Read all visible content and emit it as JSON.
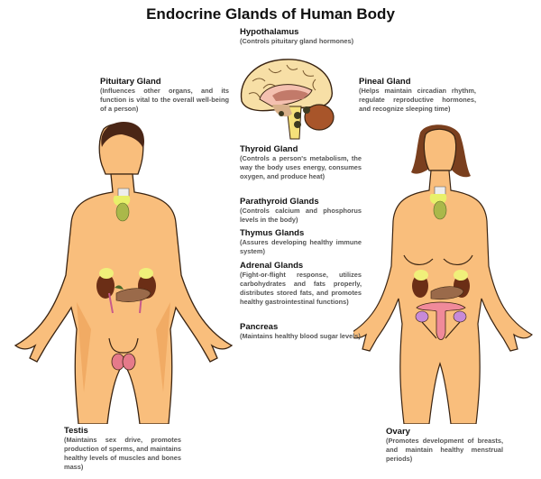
{
  "title": "Endocrine Glands of Human Body",
  "glands": {
    "hypothalamus": {
      "name": "Hypothalamus",
      "desc": "(Controls pituitary gland hormones)"
    },
    "pituitary": {
      "name": "Pituitary Gland",
      "desc": "(Influences other organs, and its function is vital to the overall well-being of a person)"
    },
    "pineal": {
      "name": "Pineal Gland",
      "desc": "(Helps maintain circadian rhythm, regulate reproductive hormones, and recognize sleeping time)"
    },
    "thyroid": {
      "name": "Thyroid Gland",
      "desc": "(Controls a person's metabolism, the way the body uses energy, consumes oxygen, and produce heat)"
    },
    "parathyroid": {
      "name": "Parathyroid Glands",
      "desc": "(Controls calcium and phosphorus levels in the body)"
    },
    "thymus": {
      "name": "Thymus Glands",
      "desc": "(Assures developing healthy immune system)"
    },
    "adrenal": {
      "name": "Adrenal Glands",
      "desc": "(Fight-or-flight response, utilizes carbohydrates and fats properly, distributes stored fats, and promotes healthy gastrointestinal functions)"
    },
    "pancreas": {
      "name": "Pancreas",
      "desc": "(Maintains healthy blood sugar levels)"
    },
    "testis": {
      "name": "Testis",
      "desc": "(Maintains sex drive, promotes production of sperms, and maintains healthy levels of muscles and bones mass)"
    },
    "ovary": {
      "name": "Ovary",
      "desc": "(Promotes development of breasts, and maintain healthy menstrual periods)"
    }
  },
  "colors": {
    "skin": "#f9be7c",
    "skin_shadow": "#eea35a",
    "outline": "#3a2412",
    "hair_male": "#4a2616",
    "hair_female": "#7a3f1e",
    "thyroid": "#c8d66a",
    "adrenal": "#f0f07a",
    "kidney": "#6b2e16",
    "pancreas": "#9a6a4a",
    "testis": "#e57a8a",
    "uterus": "#f08a9a",
    "ovary": "#c78ad8",
    "brain": "#f7dfa6",
    "cerebellum": "#a8552a"
  }
}
